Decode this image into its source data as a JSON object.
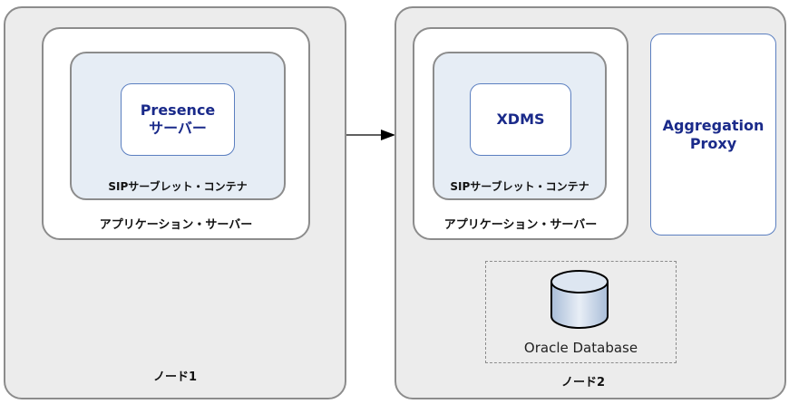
{
  "node1": {
    "label": "ノード1",
    "app_server_label": "アプリケーション・サーバー",
    "container_label": "SIPサーブレット・コンテナ",
    "component": {
      "line1": "Presence",
      "line2": "サーバー"
    }
  },
  "node2": {
    "label": "ノード2",
    "app_server_label": "アプリケーション・サーバー",
    "container_label": "SIPサーブレット・コンテナ",
    "component": {
      "line1": "XDMS"
    },
    "aggregation_proxy": {
      "line1": "Aggregation",
      "line2": "Proxy"
    },
    "database": {
      "label": "Oracle Database"
    }
  },
  "colors": {
    "node_fill": "#ececec",
    "container_fill": "#e6edf5",
    "component_text": "#1a2a8a",
    "component_border": "#5b7fc0"
  }
}
